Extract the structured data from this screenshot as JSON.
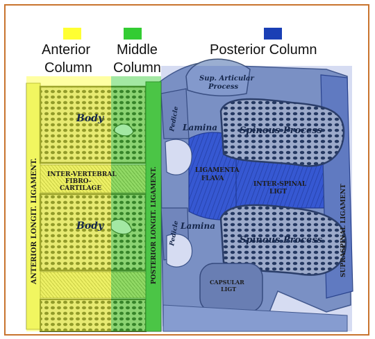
{
  "legend": {
    "anterior": {
      "color": "#ffff33",
      "line1": "Anterior",
      "line2": "Column"
    },
    "middle": {
      "color": "#33cc33",
      "line1": "Middle",
      "line2": "Column"
    },
    "posterior": {
      "color": "#1a3fb5",
      "line1": "Posterior Column"
    }
  },
  "labels": {
    "anterior_ligament": "ANTERIOR  LONGIT.  LIGAMENT.",
    "intervertebral_1": "INTER-VERTEBRAL",
    "intervertebral_2": "FIBRO-",
    "intervertebral_3": "CARTILAGE",
    "body_top": "Body",
    "body_bottom": "Body",
    "posterior_ligament": "POSTERIOR  LONGIT.  LIGAMENT.",
    "pedicle_top": "Pedicle",
    "pedicle_bottom": "Pedicle",
    "superior_articular_1": "Sup. Articular",
    "superior_articular_2": "Process",
    "lamina_top": "Lamina",
    "lamina_bottom": "Lamina",
    "ligamenta_flava_1": "LIGAMENTA",
    "ligamenta_flava_2": "FLAVA",
    "spinous_top": "Spinous Process",
    "spinous_bottom": "Spinous Process",
    "interspinal_1": "INTER-SPINAL",
    "interspinal_2": "LIGT",
    "supraspinal": "SUPRASPINAL  LIGAMENT",
    "capsular_1": "CAPSULAR",
    "capsular_2": "LIGT"
  }
}
